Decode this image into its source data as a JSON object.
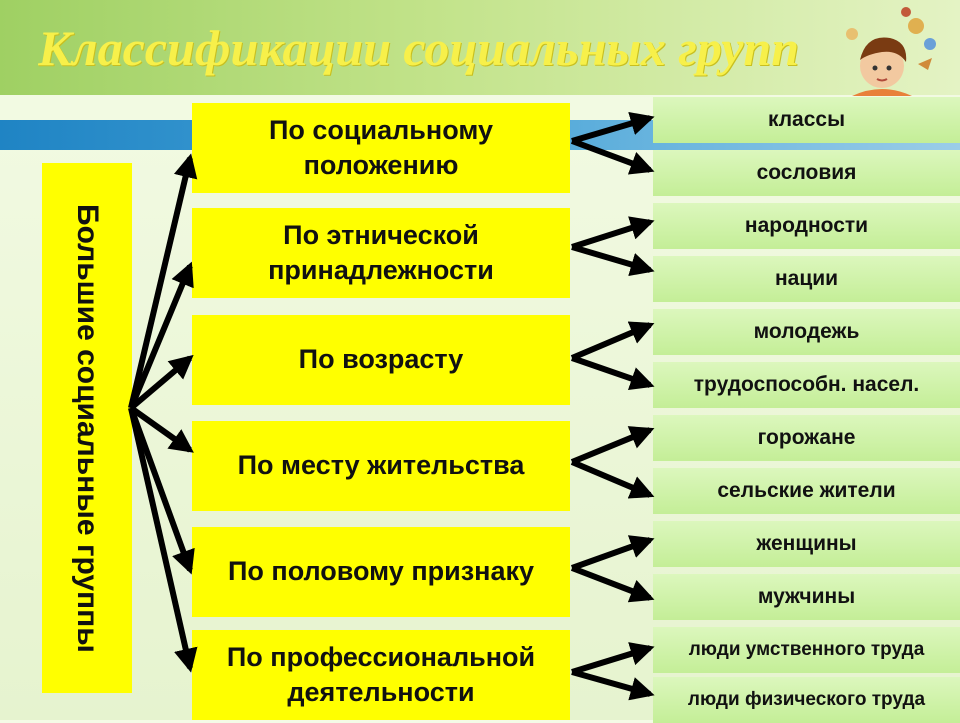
{
  "title": "Классификации социальных групп",
  "left_label": "Большие социальные группы",
  "criteria": [
    {
      "label": "По социальному положению",
      "subgroups": [
        "классы",
        "сословия"
      ]
    },
    {
      "label": "По этнической принадлежности",
      "subgroups": [
        "народности",
        "нации"
      ]
    },
    {
      "label": "По возрасту",
      "subgroups": [
        "молодежь",
        "трудоспособн. насел."
      ]
    },
    {
      "label": "По месту жительства",
      "subgroups": [
        "горожане",
        "сельские жители"
      ]
    },
    {
      "label": "По половому признаку",
      "subgroups": [
        "женщины",
        "мужчины"
      ]
    },
    {
      "label": "По профессиональной деятельности",
      "subgroups": [
        "люди умственного труда",
        "люди физического труда"
      ]
    }
  ],
  "colors": {
    "criteria_fill": "#ffff00",
    "left_bar_fill": "#ffff00",
    "subgroup_fill": "#c8ef9f",
    "title_color": "#f7f04a",
    "band_color": "#2a8cc8",
    "arrow_color": "#000000"
  },
  "icons": {
    "picture": "thinking-child-clipart"
  }
}
